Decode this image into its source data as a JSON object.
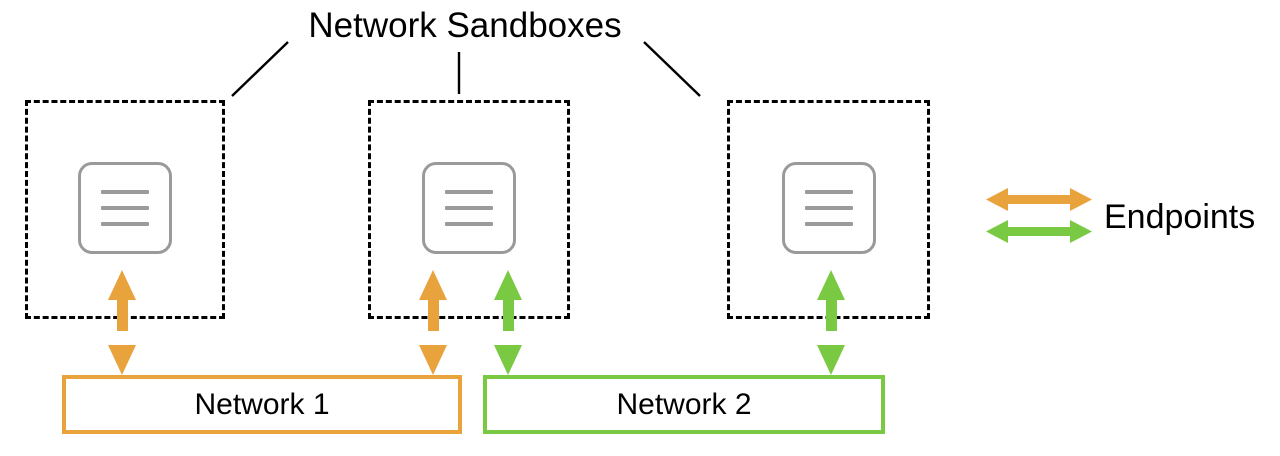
{
  "diagram": {
    "title": "Network Sandboxes",
    "colors": {
      "orange": "#e8a33d",
      "green": "#7ac943",
      "sandbox_border": "#000000",
      "container_icon": "#9a9a9a",
      "background": "#ffffff",
      "text": "#000000"
    },
    "sandboxes": [
      {
        "id": "sandbox-1",
        "icon_name": "container-icon",
        "endpoints": [
          "orange"
        ]
      },
      {
        "id": "sandbox-2",
        "icon_name": "container-icon",
        "endpoints": [
          "orange",
          "green"
        ]
      },
      {
        "id": "sandbox-3",
        "icon_name": "container-icon",
        "endpoints": [
          "green"
        ]
      }
    ],
    "networks": [
      {
        "label": "Network 1",
        "color": "#e8a33d"
      },
      {
        "label": "Network 2",
        "color": "#7ac943"
      }
    ],
    "legend": {
      "label": "Endpoints",
      "items": [
        {
          "color": "#e8a33d",
          "icon_name": "double-arrow-icon"
        },
        {
          "color": "#7ac943",
          "icon_name": "double-arrow-icon"
        }
      ]
    },
    "connections": [
      {
        "from": "sandbox-1",
        "to": "Network 1",
        "color": "#e8a33d"
      },
      {
        "from": "sandbox-2",
        "to": "Network 1",
        "color": "#e8a33d"
      },
      {
        "from": "sandbox-2",
        "to": "Network 2",
        "color": "#7ac943"
      },
      {
        "from": "sandbox-3",
        "to": "Network 2",
        "color": "#7ac943"
      }
    ]
  }
}
